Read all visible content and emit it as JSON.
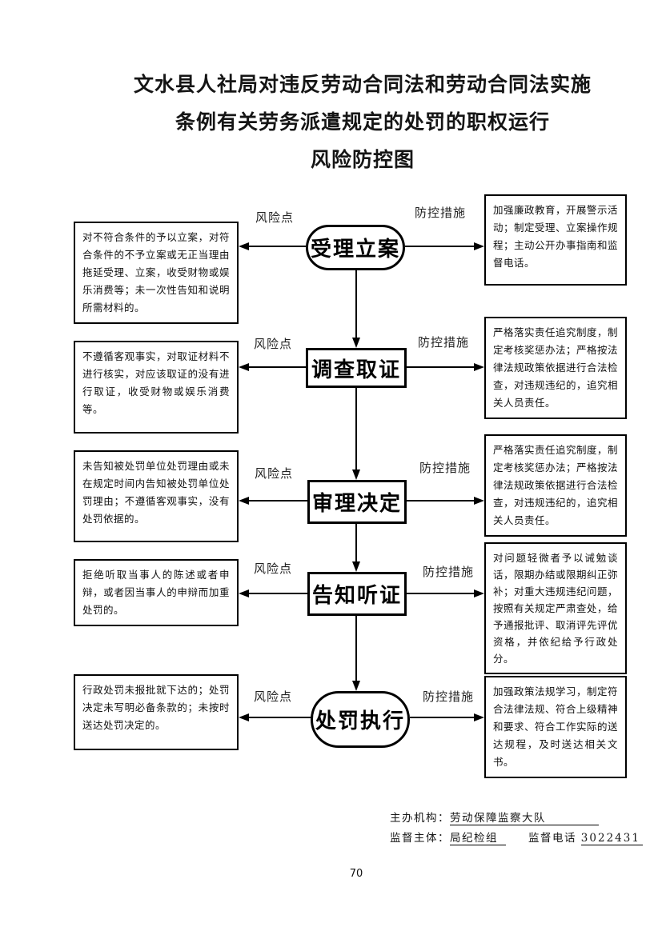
{
  "title": {
    "line1": "文水县人社局对违反劳动合同法和劳动合同法实施",
    "line2": "条例有关劳务派遣规定的处罚的职权运行",
    "line3": "风险防控图"
  },
  "flow": {
    "risk_label": "风险点",
    "measure_label": "防控措施",
    "stages": [
      {
        "name": "受理立案",
        "risk": "对不符合条件的予以立案，对符合条件的不予立案或无正当理由拖延受理、立案，收受财物或娱乐消费等；未一次性告知和说明所需材料的。",
        "measure": "加强廉政教育，开展警示活动；制定受理、立案操作规程；主动公开办事指南和监督电话。"
      },
      {
        "name": "调查取证",
        "risk": "不遵循客观事实，对取证材料不进行核实，对应该取证的没有进行取证，收受财物或娱乐消费等。",
        "measure": "严格落实责任追究制度，制定考核奖惩办法；严格按法律法规政策依据进行合法检查，对违规违纪的，追究相关人员责任。"
      },
      {
        "name": "审理决定",
        "risk": "未告知被处罚单位处罚理由或未在规定时间内告知被处罚单位处罚理由；不遵循客观事实，没有处罚依据的。",
        "measure": "严格落实责任追究制度，制定考核奖惩办法；严格按法律法规政策依据进行合法检查，对违规违纪的，追究相关人员责任。"
      },
      {
        "name": "告知听证",
        "risk": "拒绝听取当事人的陈述或者申辩，或者因当事人的申辩而加重处罚的。",
        "measure": "对问题轻微者予以诫勉谈话，限期办结或限期纠正弥补；对重大违规违纪问题，按照有关规定严肃查处，给予通报批评、取消评先评优资格，并依纪给予行政处分。"
      },
      {
        "name": "处罚执行",
        "risk": "行政处罚未报批就下达的；处罚决定未写明必备条款的；未按时送达处罚决定的。",
        "measure": "加强政策法规学习，制定符合法律法规、符合上级精神和要求、符合工作实际的送达规程，及时送达相关文书。"
      }
    ]
  },
  "footer": {
    "organizer_label": "主办机构：",
    "organizer_value": "劳动保障监察大队",
    "supervisor_label": "监督主体：",
    "supervisor_value": "局纪检组",
    "phone_label": "监督电话",
    "phone_number": "3022431"
  },
  "page_number": "70"
}
